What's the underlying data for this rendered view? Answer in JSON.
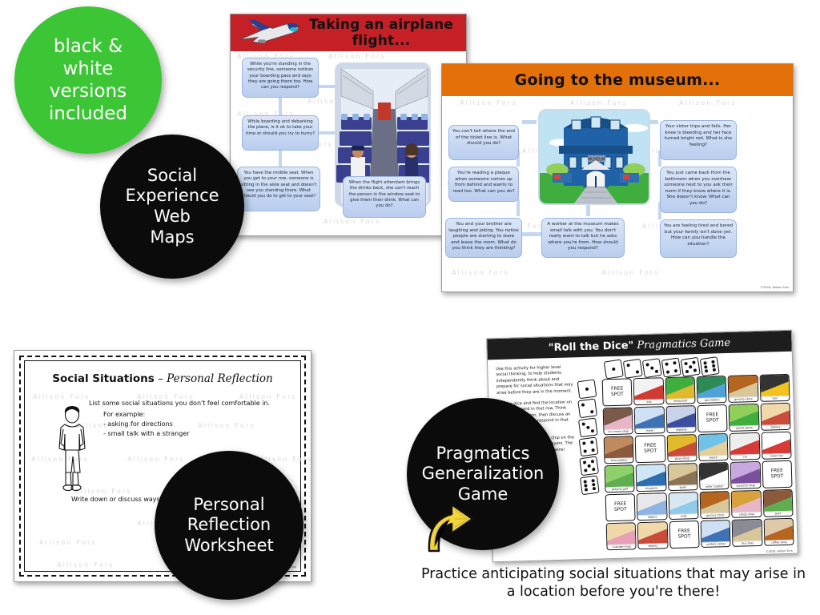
{
  "badges": {
    "bw": "black &\nwhite\nversions\nincluded",
    "web_maps": "Social\nExperience\nWeb\nMaps",
    "reflection": "Personal\nReflection\nWorksheet",
    "pragmatics": "Pragmatics\nGeneralization\nGame"
  },
  "colors": {
    "green": "#3CC635",
    "black": "#0B0B0B",
    "airplane_header": "#C42026",
    "museum_header": "#E4700A",
    "bubble_fill": "#C3D4EF",
    "arrow_yellow": "#F2D43C"
  },
  "caption": "Practice  anticipating social situations that may arise in a location before you're there!",
  "watermark": "Allison Fors",
  "copyright": "©2016, Allison Fors",
  "airplane_doc": {
    "title": "Taking an airplane flight...",
    "icon": "airplane-icon",
    "bubbles": [
      "While you're standing in the security line, someone notices your boarding pass and says they are going there too. How can you respond?",
      "While boarding and debarking the plane, is it ok to take your time or should you try to hurry?",
      "You have the middle seat. When you get to your row, someone is sitting in the aisle seat and doesn't see you standing there. What should you do to get to your seat?",
      "When the flight attendant brings the drinks back, she can't reach the person in the window seat to give them their drink. What can you do?"
    ],
    "center_image": "airplane-cabin-illustration"
  },
  "museum_doc": {
    "title": "Going to the museum...",
    "bubbles": [
      "You can't tell where the end of the ticket line is. What should you do?",
      "You're reading a plaque when someone comes up from behind and wants to read too. What can you do?",
      "You and your brother are laughing and joking. You notice people are starting to stare and leave the room. What do you think they are thinking?",
      "Your sister trips and falls. Her knee is bleeding and her face turned bright red. What is she feeling?",
      "You just came back from the bathroom when you overhear someone next to you ask their mom if they know where it is. She doesn't know. What can you do?",
      "You are feeling tired and bored but your family isn't done yet. How can you handle the situation?",
      "A worker at the museum makes small talk with you. You don't really want to talk but he asks where you're from. How should you respond?"
    ],
    "center_image": "museum-building-illustration"
  },
  "worksheet": {
    "title_bold": "Social Situations",
    "title_dash": "–",
    "title_script": "Personal Reflection",
    "prompt": "List some social situations you don't feel comfortable in.",
    "example_label": "For example:",
    "bullets": [
      "- asking for directions",
      "- small talk with a stranger"
    ],
    "bottom_prompt": "Write down or discuss ways to i",
    "figure": "standing-person-line-drawing"
  },
  "game": {
    "title_quoted": "\"Roll the Dice\"",
    "title_script": "Pragmatics Game",
    "instructions": [
      "Use this activity for higher level social thinking, to help students independently think about and prepare for social situations that may arise before they are in the moment.",
      "Roll the dice and find the location on the game board in that row. Think about the situation, then discuss an appropriate way to respond in that situation.",
      "After you answer, place a chip on the spot. Take turns with all players. The first to get 3 chips in a row wins!"
    ],
    "column_dice": [
      1,
      2,
      3,
      4,
      5,
      6
    ],
    "row_dice": [
      1,
      2,
      3,
      4,
      5,
      6
    ],
    "board": [
      [
        {
          "label": "FREE SPOT",
          "free": true
        },
        {
          "label": "bus",
          "free": false,
          "art": "bus-icon"
        },
        {
          "label": "restaurant",
          "free": false,
          "art": "restaurant-icon"
        },
        {
          "label": "gas station",
          "free": false,
          "art": "gas-station-icon"
        },
        {
          "label": "grocery store",
          "free": false,
          "art": "grocery-store-icon"
        },
        {
          "label": "taxi",
          "free": false,
          "art": "taxi-icon"
        }
      ],
      [
        {
          "label": "ice cream shop",
          "free": false,
          "art": "ice-cream-shop-icon"
        },
        {
          "label": "hotel",
          "free": false,
          "art": "hotel-icon"
        },
        {
          "label": "airplane",
          "free": false,
          "art": "airplane-icon"
        },
        {
          "label": "FREE SPOT",
          "free": true
        },
        {
          "label": "sports game",
          "free": false,
          "art": "sports-game-icon"
        },
        {
          "label": "bakery",
          "free": false,
          "art": "bakery-icon"
        }
      ],
      [
        {
          "label": "train station",
          "free": false,
          "art": "train-station-icon"
        },
        {
          "label": "FREE SPOT",
          "free": true
        },
        {
          "label": "pizza shop",
          "free": false,
          "art": "pizza-shop-icon"
        },
        {
          "label": "beach",
          "free": false,
          "art": "beach-icon"
        },
        {
          "label": "car",
          "free": false,
          "art": "car-icon"
        },
        {
          "label": "ticket line",
          "free": false,
          "art": "ticket-line-icon"
        }
      ],
      [
        {
          "label": "playing golf",
          "free": false,
          "art": "golf-icon"
        },
        {
          "label": "museum",
          "free": false,
          "art": "museum-icon"
        },
        {
          "label": "bank",
          "free": false,
          "art": "bank-icon"
        },
        {
          "label": "roller coaster",
          "free": false,
          "art": "roller-coaster-icon"
        },
        {
          "label": "souvenir shop",
          "free": false,
          "art": "souvenir-shop-icon"
        },
        {
          "label": "FREE SPOT",
          "free": true
        }
      ],
      [
        {
          "label": "FREE SPOT",
          "free": true
        },
        {
          "label": "airport",
          "free": false,
          "art": "airport-icon"
        },
        {
          "label": "mall",
          "free": false,
          "art": "mall-icon"
        },
        {
          "label": "grocery store",
          "free": false,
          "art": "grocery-store-icon"
        },
        {
          "label": "candy shop",
          "free": false,
          "art": "candy-shop-icon"
        },
        {
          "label": "park",
          "free": false,
          "art": "park-icon"
        }
      ],
      [
        {
          "label": "cupcake shop",
          "free": false,
          "art": "cupcake-shop-icon"
        },
        {
          "label": "bakery",
          "free": false,
          "art": "bakery-icon"
        },
        {
          "label": "FREE SPOT",
          "free": true
        },
        {
          "label": "visitors center",
          "free": false,
          "art": "visitors-center-icon"
        },
        {
          "label": "bus stop",
          "free": false,
          "art": "bus-stop-icon"
        },
        {
          "label": "coffee shop",
          "free": false,
          "art": "coffee-shop-icon"
        }
      ]
    ]
  }
}
